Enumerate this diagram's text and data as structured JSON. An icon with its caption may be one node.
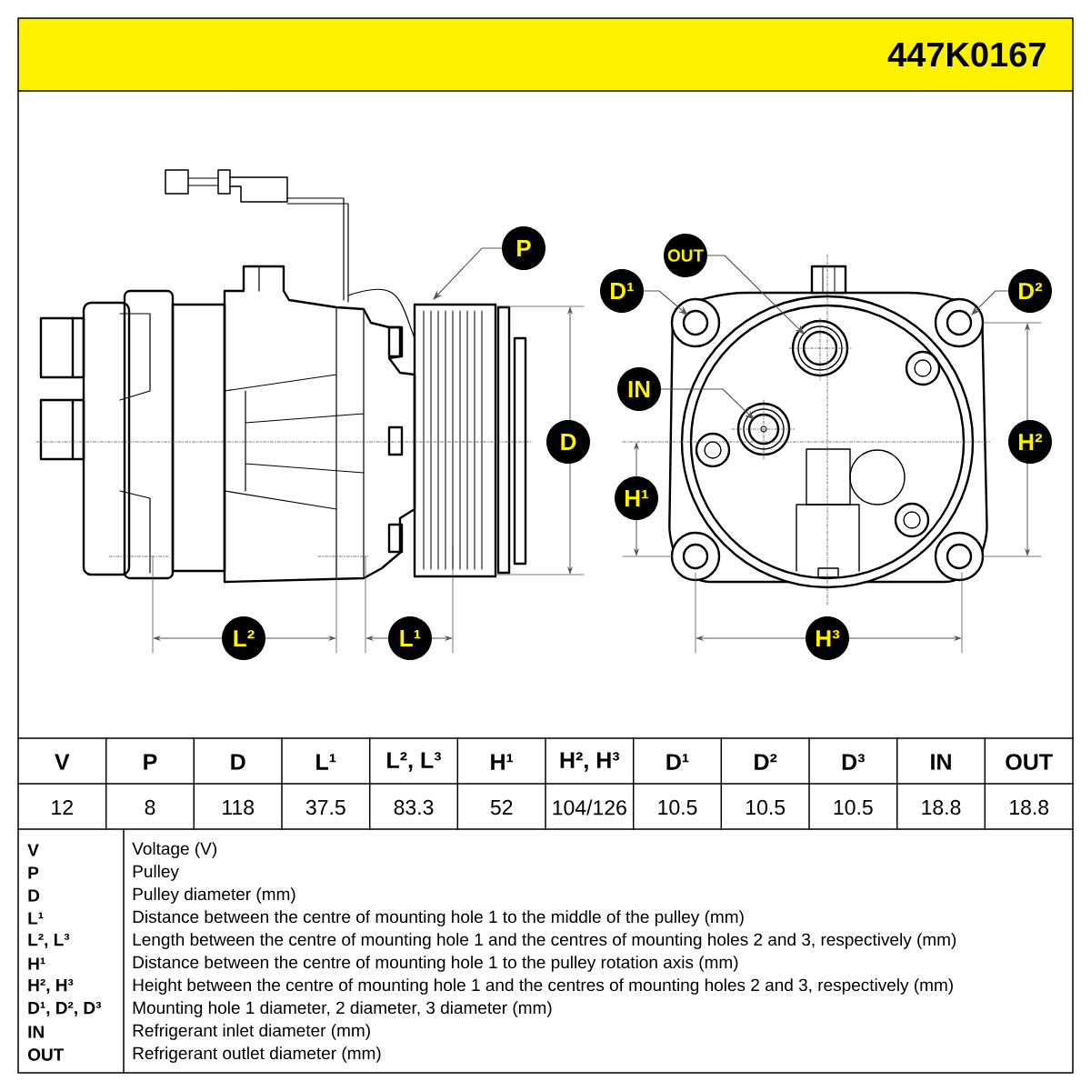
{
  "diagram": {
    "title": "447K0167",
    "nodes": [
      {
        "text": [
          "P"
        ]
      },
      {
        "text": [
          "OUT"
        ]
      },
      {
        "text": [
          "D¹"
        ]
      },
      {
        "text": [
          "D²"
        ]
      },
      {
        "text": [
          "IN"
        ]
      }
    ],
    "edges": [
      {
        "from": 0,
        "to": null,
        "arrow": "to"
      },
      {
        "from": 1,
        "to": null,
        "arrow": "to"
      },
      {
        "from": 2,
        "to": null,
        "arrow": "to"
      },
      {
        "from": 3,
        "to": null,
        "arrow": "to"
      },
      {
        "from": 4,
        "to": null,
        "arrow": "to"
      }
    ],
    "labels": [
      "D",
      "H²",
      "H¹",
      "L²",
      "L¹",
      "H³",
      "V",
      "P",
      "D",
      "L¹",
      "L², L³",
      "H¹",
      "H², H³",
      "D¹",
      "D²",
      "D³",
      "IN",
      "OUT",
      "12",
      "8",
      "118",
      "37.5",
      "83.3",
      "52",
      "104/126",
      "10.5",
      "10.5",
      "10.5",
      "18.8",
      "18.8",
      "V",
      "Voltage (V)",
      "P",
      "Pulley",
      "D",
      "Pulley diameter (mm)",
      "L¹",
      "Distance between the centre of mounting hole 1 to the middle of the pulley (mm)",
      "L², L³",
      "Length between the centre of mounting hole 1 and the centres of mounting holes 2 and 3, respectively (mm)",
      "H¹",
      "Distance between the centre of mounting hole 1 to the pulley rotation axis (mm)",
      "H², H³",
      "Height between the centre of mounting hole 1 and the centres of mounting holes 2 and 3, respectively (mm)",
      "D¹, D², D³",
      "Mounting hole 1 diameter, 2 diameter, 3 diameter (mm)",
      "IN",
      "Refrigerant inlet diameter (mm)",
      "OUT",
      "Refrigerant outlet diameter (mm)"
    ]
  }
}
